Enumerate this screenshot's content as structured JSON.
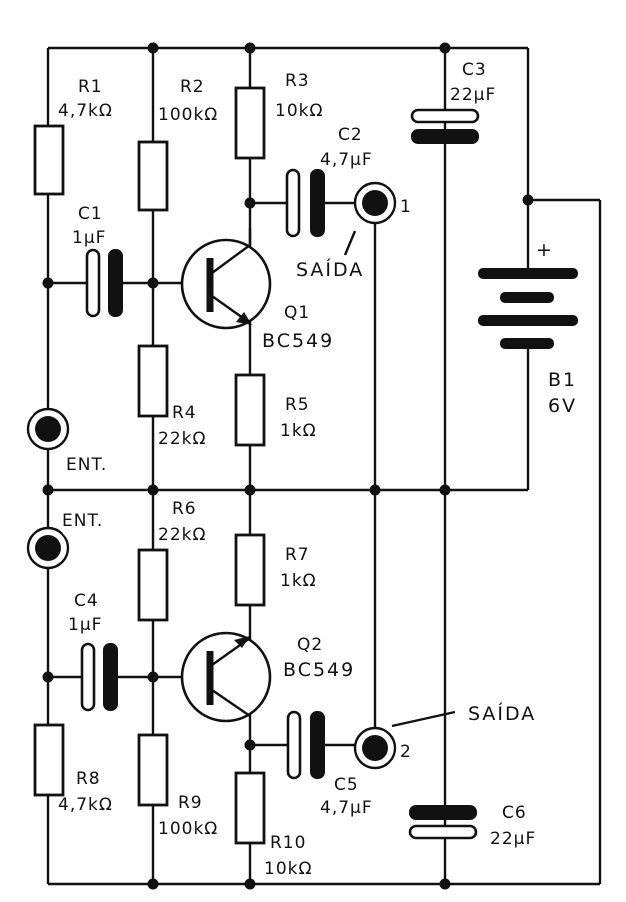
{
  "components": {
    "R1": {
      "name": "R1",
      "value": "4,7kΩ"
    },
    "R2": {
      "name": "R2",
      "value": "100kΩ"
    },
    "R3": {
      "name": "R3",
      "value": "10kΩ"
    },
    "R4": {
      "name": "R4",
      "value": "22kΩ"
    },
    "R5": {
      "name": "R5",
      "value": "1kΩ"
    },
    "R6": {
      "name": "R6",
      "value": "22kΩ"
    },
    "R7": {
      "name": "R7",
      "value": "1kΩ"
    },
    "R8": {
      "name": "R8",
      "value": "4,7kΩ"
    },
    "R9": {
      "name": "R9",
      "value": "100kΩ"
    },
    "R10": {
      "name": "R10",
      "value": "10kΩ"
    },
    "C1": {
      "name": "C1",
      "value": "1μF"
    },
    "C2": {
      "name": "C2",
      "value": "4,7μF"
    },
    "C3": {
      "name": "C3",
      "value": "22μF"
    },
    "C4": {
      "name": "C4",
      "value": "1μF"
    },
    "C5": {
      "name": "C5",
      "value": "4,7μF"
    },
    "C6": {
      "name": "C6",
      "value": "22μF"
    },
    "Q1": {
      "name": "Q1",
      "value": "BC549"
    },
    "Q2": {
      "name": "Q2",
      "value": "BC549"
    },
    "B1": {
      "name": "B1",
      "value": "6V",
      "polarity": "+"
    }
  },
  "io": {
    "input_label": "ENT.",
    "output_label": "SAÍDA",
    "output1_number": "1",
    "output2_number": "2"
  }
}
